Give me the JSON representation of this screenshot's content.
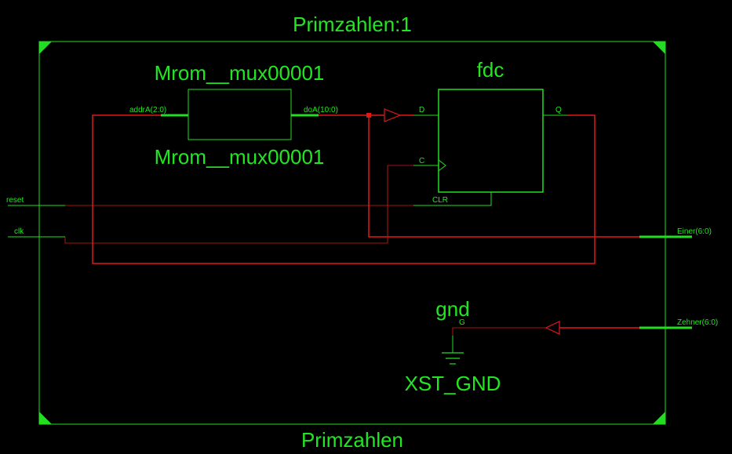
{
  "titles": {
    "instance": "Primzahlen:1",
    "module": "Primzahlen"
  },
  "rom": {
    "name_top": "Mrom__mux00001",
    "name_bottom": "Mrom__mux00001",
    "port_in": "addrA(2:0)",
    "port_out": "doA(10:0)"
  },
  "fdc": {
    "name": "fdc",
    "port_d": "D",
    "port_c": "C",
    "port_q": "Q",
    "port_clr": "CLR"
  },
  "gnd": {
    "name": "gnd",
    "port_g": "G",
    "type": "XST_GND"
  },
  "ports": {
    "reset": "reset",
    "clk": "clk",
    "einer": "Einer(6:0)",
    "zehner": "Zehner(6:0)"
  },
  "colors": {
    "green": "#22dd22",
    "red": "#e01818",
    "background": "#000000"
  }
}
